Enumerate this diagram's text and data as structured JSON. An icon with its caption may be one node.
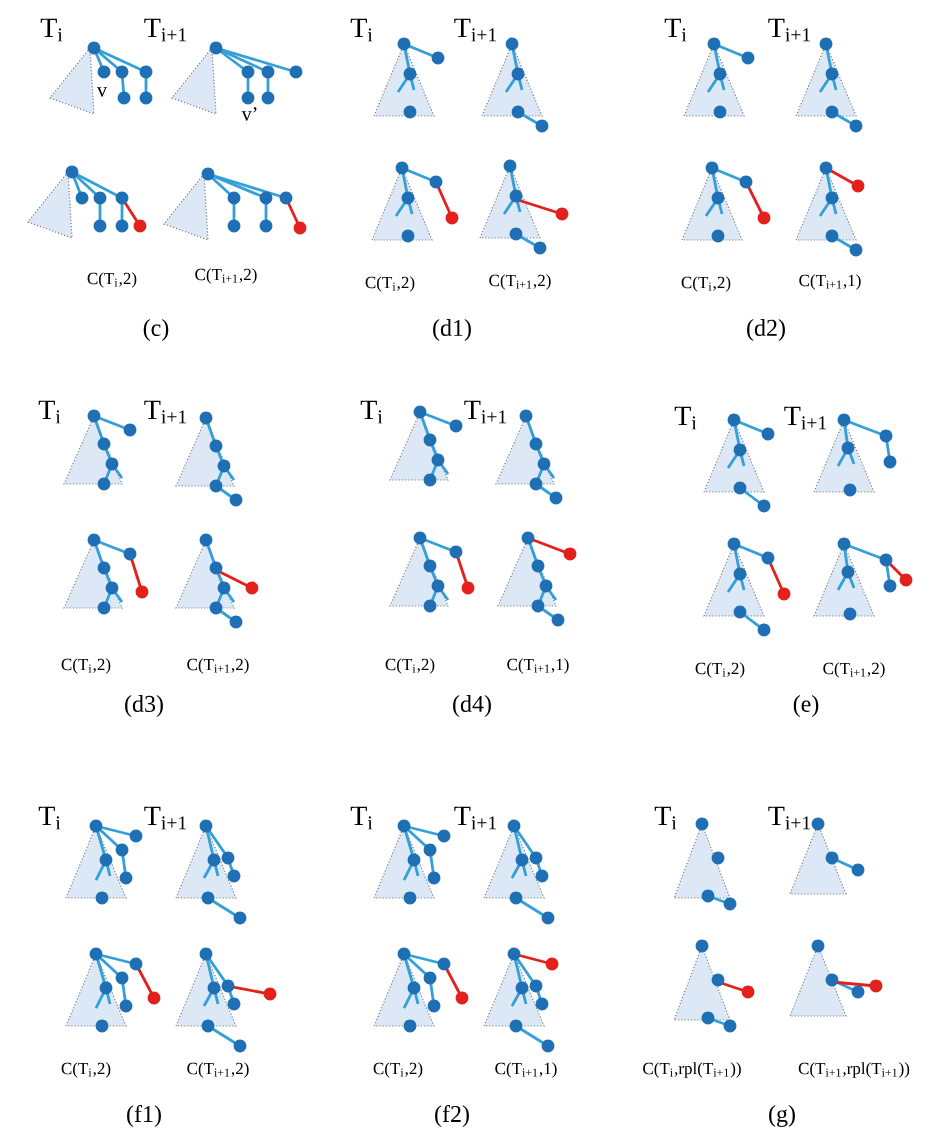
{
  "diagram": {
    "labels": [
      "T$_{i}$",
      "T$_{i+1}$",
      "v",
      "v’",
      "C(T$_{i}$,2)",
      "C(T$_{i+1}$,2)",
      "(c)",
      "T$_{i}$",
      "T$_{i+1}$",
      "C(T$_{i}$,2)",
      "C(T$_{i+1}$,2)",
      "(d1)",
      "T$_{i}$",
      "T$_{i+1}$",
      "C(T$_{i}$,2)",
      "C(T$_{i+1}$,1)",
      "(d2)",
      "T$_{i}$",
      "T$_{i+1}$",
      "C(T$_{i}$,2)",
      "C(T$_{i+1}$,2)",
      "(d3)",
      "T$_{i}$",
      "T$_{i+1}$",
      "C(T$_{i}$,2)",
      "C(T$_{i+1}$,1)",
      "(d4)",
      "T$_{i}$",
      "T$_{i+1}$",
      "C(T$_{i}$,2)",
      "C(T$_{i+1}$,2)",
      "(e)",
      "T$_{i}$",
      "T$_{i+1}$",
      "C(T$_{i}$,2)",
      "C(T$_{i+1}$,2)",
      "(f1)",
      "T$_{i}$",
      "T$_{i+1}$",
      "C(T$_{i}$,2)",
      "C(T$_{i+1}$,1)",
      "(f2)",
      "T$_{i}$",
      "T$_{i+1}$",
      "C(T$_{i}$,rpl(T$_{i+1}$))",
      "C(T$_{i+1}$,rpl(T$_{i+1}$))",
      "(g)"
    ]
  }
}
